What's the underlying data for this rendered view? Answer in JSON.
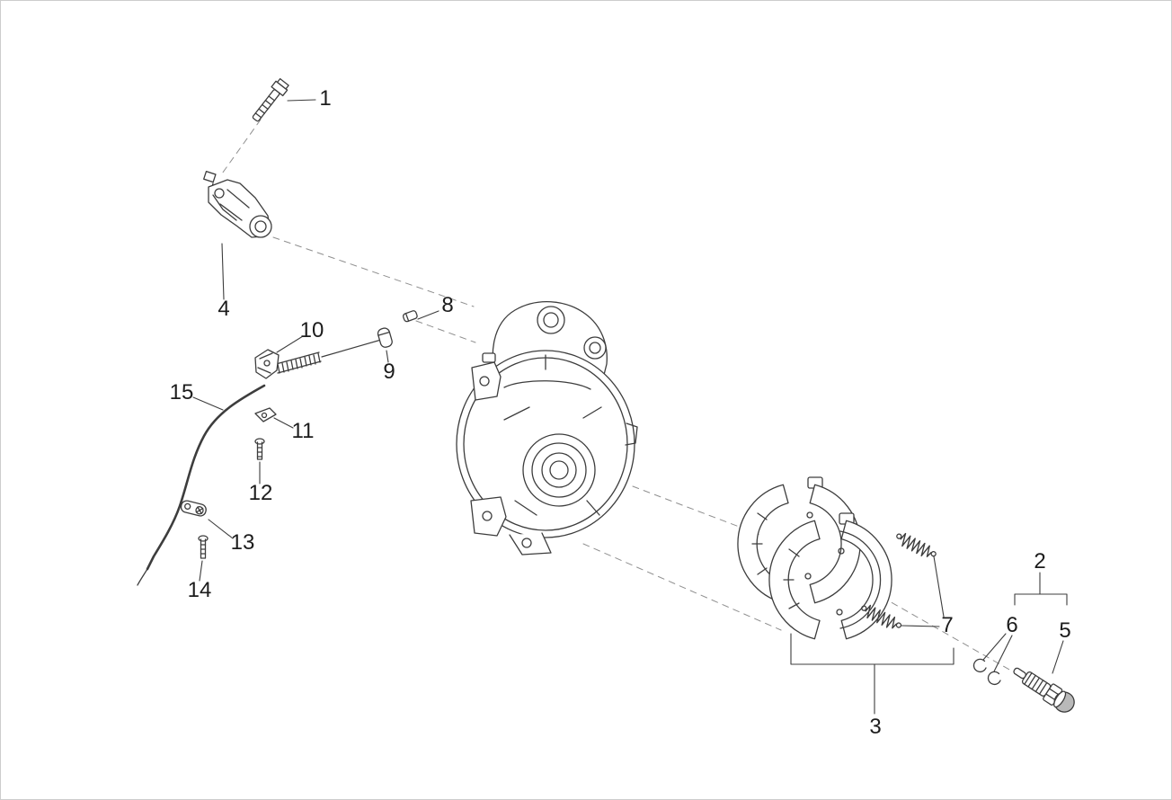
{
  "diagram": {
    "type": "exploded-parts-diagram",
    "colors": {
      "background": "#ffffff",
      "frame": "#cdcdcd",
      "line": "#3d3d3d",
      "dash": "#8f8f8f",
      "label": "#1c1c1c",
      "cap_shade": "#b9b9b9"
    },
    "callouts": [
      {
        "label": "1"
      },
      {
        "label": "2"
      },
      {
        "label": "3"
      },
      {
        "label": "4"
      },
      {
        "label": "5"
      },
      {
        "label": "6"
      },
      {
        "label": "7"
      },
      {
        "label": "8"
      },
      {
        "label": "9"
      },
      {
        "label": "10"
      },
      {
        "label": "11"
      },
      {
        "label": "12"
      },
      {
        "label": "13"
      },
      {
        "label": "14"
      },
      {
        "label": "15"
      }
    ]
  }
}
